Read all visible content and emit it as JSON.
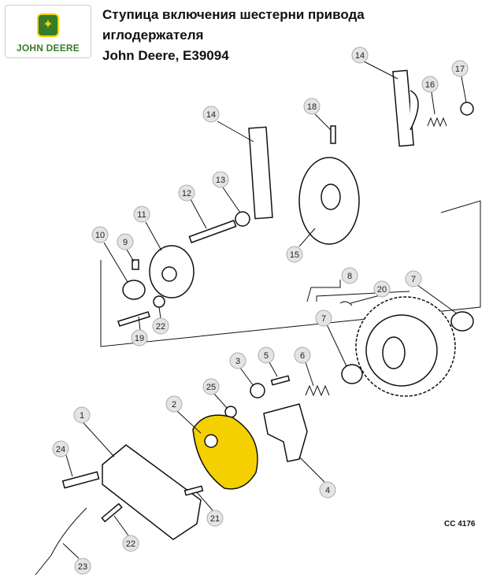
{
  "header": {
    "logo_text": "JOHN DEERE",
    "title_line1": "Ступица включения шестерни привода",
    "title_line2": "иглодержателя",
    "title_line3": "John Deere, E39094"
  },
  "diagram_code": "CC 4176",
  "highlight_color": "#f5d000",
  "callouts": [
    "14",
    "16",
    "17",
    "18",
    "14",
    "13",
    "12",
    "11",
    "10",
    "9",
    "15",
    "8",
    "20",
    "7",
    "7",
    "22",
    "19",
    "3",
    "5",
    "6",
    "25",
    "2",
    "1",
    "24",
    "4",
    "21",
    "22",
    "23"
  ]
}
